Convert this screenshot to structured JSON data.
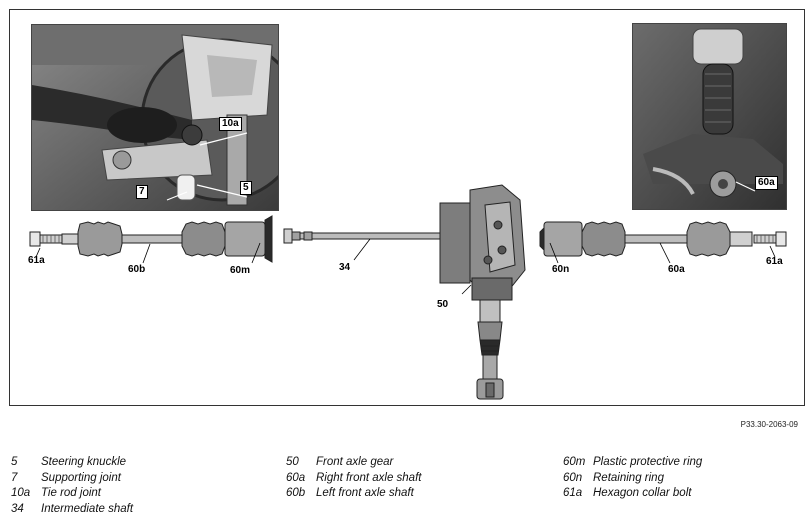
{
  "document_ref": "P33.30-2063-09",
  "callouts": {
    "c10a": "10a",
    "c7": "7",
    "c5": "5",
    "c60a_photo": "60a",
    "c61a_left": "61a",
    "c60b": "60b",
    "c60m": "60m",
    "c34": "34",
    "c50": "50",
    "c60n": "60n",
    "c60a": "60a",
    "c61a_right": "61a"
  },
  "legend": {
    "col1": [
      {
        "num": "5",
        "label": "Steering knuckle"
      },
      {
        "num": "7",
        "label": "Supporting joint"
      },
      {
        "num": "10a",
        "label": "Tie rod joint"
      },
      {
        "num": "34",
        "label": "Intermediate shaft"
      }
    ],
    "col2": [
      {
        "num": "50",
        "label": "Front axle gear"
      },
      {
        "num": "60a",
        "label": "Right front axle shaft"
      },
      {
        "num": "60b",
        "label": "Left front axle shaft"
      }
    ],
    "col3": [
      {
        "num": "60m",
        "label": "Plastic protective ring"
      },
      {
        "num": "60n",
        "label": "Retaining ring"
      },
      {
        "num": "61a",
        "label": "Hexagon collar bolt"
      }
    ]
  }
}
